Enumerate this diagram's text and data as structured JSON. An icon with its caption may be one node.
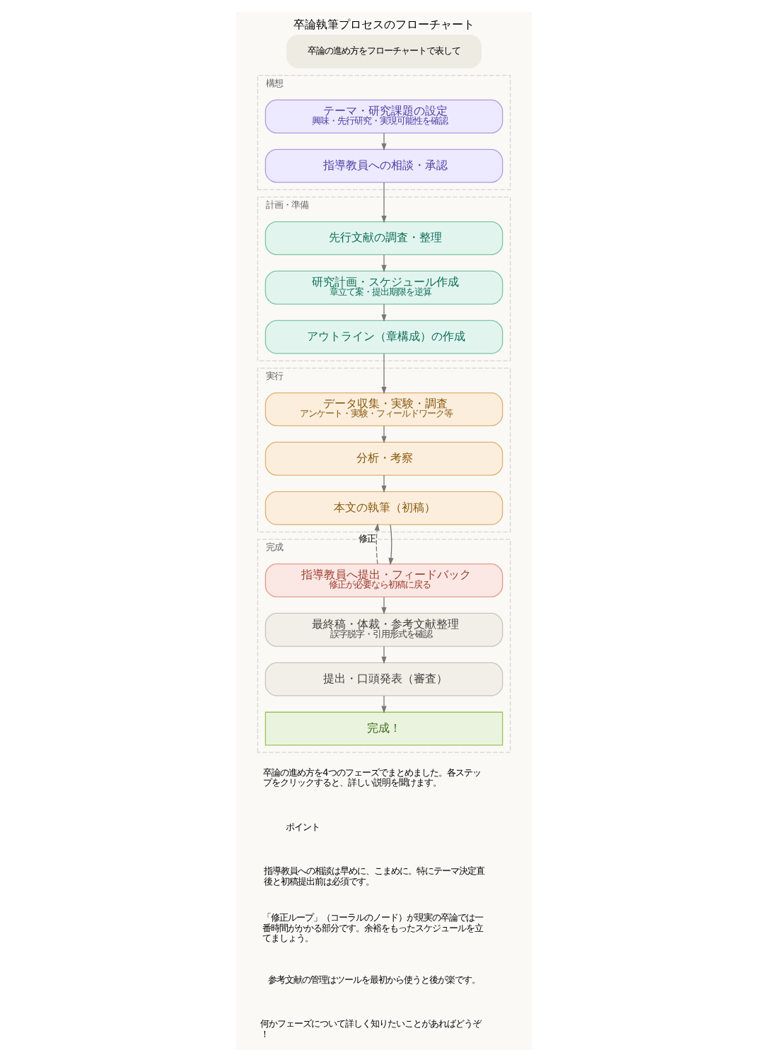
{
  "diagram": {
    "title": "卒論執筆プロセスのフローチャート",
    "nodes": [
      {
        "text": [
          "構想"
        ]
      },
      {
        "text": [
          "テーマ・研究課題の設定",
          "興味・先行研究・実現可能性を確認"
        ],
        "in": 0
      },
      {
        "text": [
          "指導教員への相談・承認"
        ],
        "in": 0
      },
      {
        "text": [
          "計画・準備"
        ]
      },
      {
        "text": [
          "先行文献の調査・整理"
        ],
        "in": 3
      },
      {
        "text": [
          "研究計画・スケジュール作成",
          "章立て案・提出期限を逆算"
        ],
        "in": 3
      },
      {
        "text": [
          "アウトライン（章構成）の作成"
        ],
        "in": 3
      },
      {
        "text": [
          "実行"
        ]
      },
      {
        "text": [
          "データ収集・実験・調査",
          "アンケート・実験・フィールドワーク等"
        ],
        "in": 7
      },
      {
        "text": [
          "分析・考察"
        ],
        "in": 7
      },
      {
        "text": [
          "本文の執筆（初稿）"
        ],
        "in": 7
      },
      {
        "text": [
          "完成"
        ]
      },
      {
        "text": [
          "指導教員へ提出・フィードバック",
          "修正が必要なら初稿に戻る"
        ],
        "in": 11
      },
      {
        "text": [
          "最終稿・体裁・参考文献整理",
          "誤字脱字・引用形式を確認"
        ],
        "in": 11
      },
      {
        "text": [
          "提出・口頭発表（審査）"
        ],
        "in": 11
      },
      {
        "text": [
          "完成！"
        ],
        "in": 11
      }
    ],
    "edges": [
      {
        "from": 1,
        "to": 2,
        "arrow": "to"
      },
      {
        "from": 2,
        "to": 4,
        "arrow": "to"
      },
      {
        "from": 4,
        "to": 5,
        "arrow": "to"
      },
      {
        "from": 5,
        "to": 6,
        "arrow": "to"
      },
      {
        "from": 6,
        "to": 8,
        "arrow": "to"
      },
      {
        "from": 8,
        "to": 9,
        "arrow": "to"
      },
      {
        "from": 9,
        "to": 10,
        "arrow": "to"
      },
      {
        "from": 10,
        "to": 12,
        "arrow": "to"
      },
      {
        "from": 12,
        "to": 13,
        "arrow": "to"
      },
      {
        "from": 13,
        "to": 14,
        "arrow": "to"
      },
      {
        "from": 14,
        "to": 15,
        "arrow": "to"
      },
      {
        "from": 12,
        "to": 10,
        "arrow": "to",
        "label": "修正",
        "style": "dashed"
      }
    ],
    "labels": [
      "卒論の進め方をフローチャートで表して",
      "卒論の進め方を4つのフェーズでまとめました。各ステップをクリックすると、詳しい説明を聞けます。",
      "ポイント",
      "指導教員への相談は早めに、こまめに。特にテーマ決定直後と初稿提出前は必須です。",
      "「修正ループ」（コーラルのノード）が現実の卒論では一番時間がかかる部分です。余裕をもったスケジュールを立てましょう。",
      "参考文献の管理はツールを最初から使うと後が楽です。",
      "何かフェーズについて詳しく知りたいことがあればどうぞ！"
    ]
  }
}
